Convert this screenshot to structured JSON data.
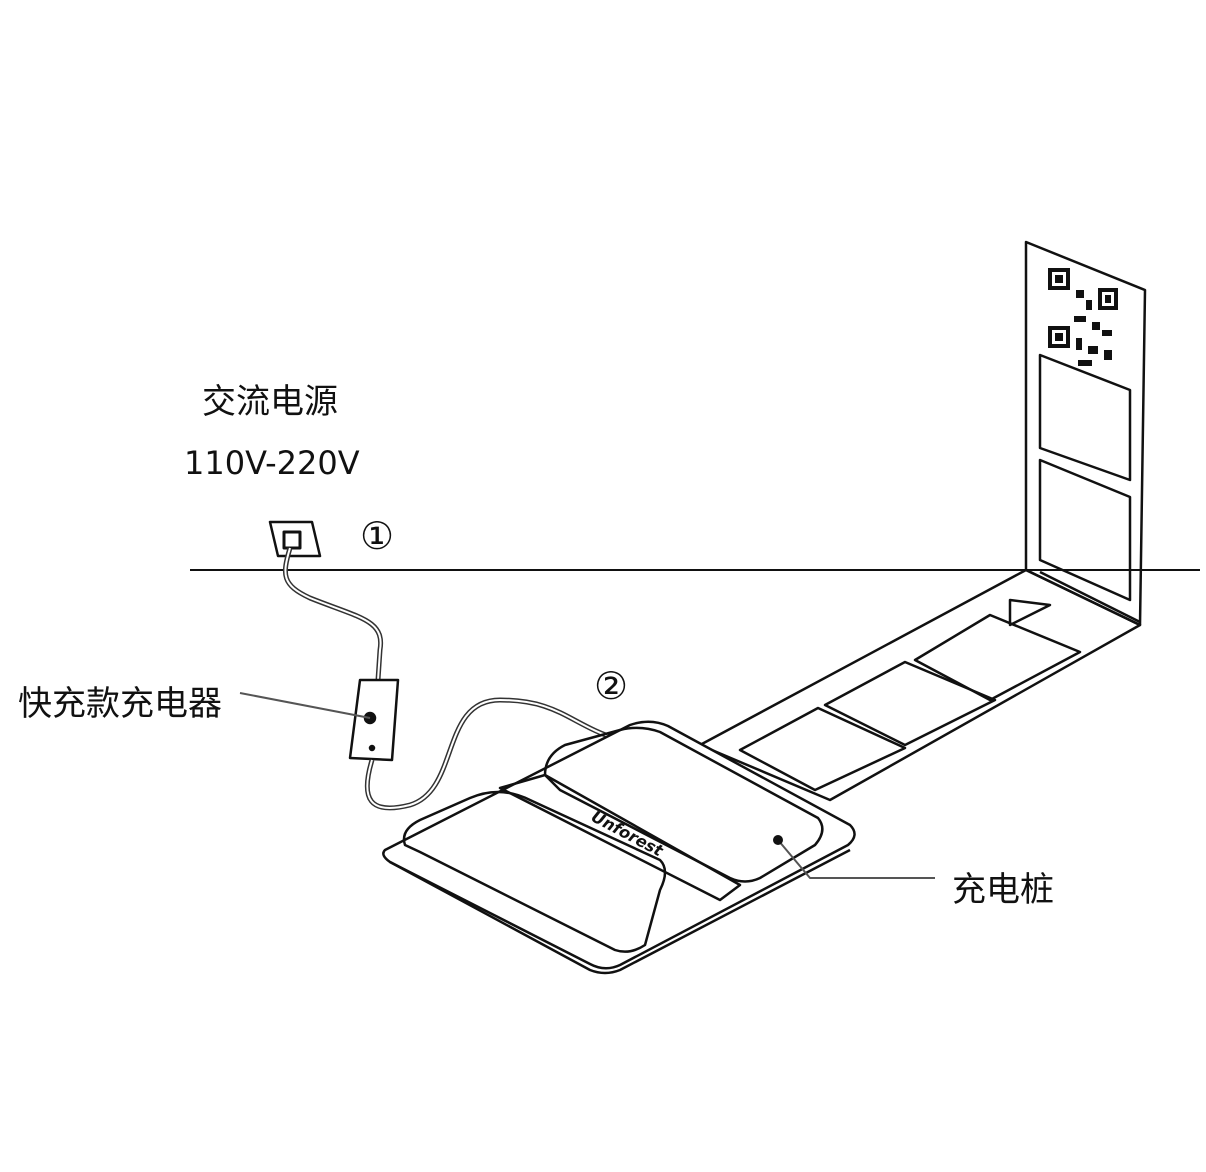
{
  "labels": {
    "power_source": "交流电源",
    "voltage": "110V-220V",
    "step1": "①",
    "step2": "②",
    "charger": "快充款充电器",
    "charging_pile": "充电桩"
  },
  "logo_text": "Unforest",
  "colors": {
    "line": "#111111",
    "leader": "#555555"
  }
}
